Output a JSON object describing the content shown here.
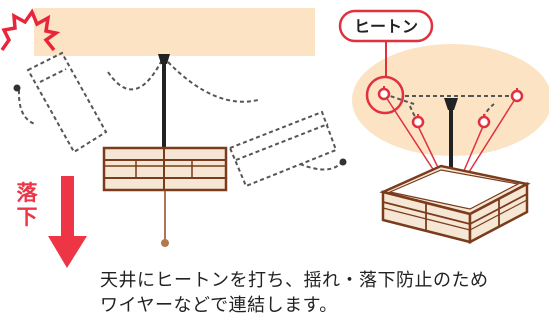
{
  "labels": {
    "heaton": "ヒートン",
    "fall_char1": "落",
    "fall_char2": "下"
  },
  "caption": {
    "line1": "天井にヒートンを打ち、揺れ・落下防止のため",
    "line2": "ワイヤーなどで連結します。"
  },
  "colors": {
    "ceiling": "#fbe3c4",
    "ceiling_glow": "#fbe3c4",
    "warning_red": "#e8253a",
    "wire_red": "#e0313f",
    "lamp_brown": "#8a4a26",
    "lamp_frame": "#7a3c1c",
    "rod": "#222222",
    "dashed": "#555555",
    "arrow": "#ee3545"
  }
}
